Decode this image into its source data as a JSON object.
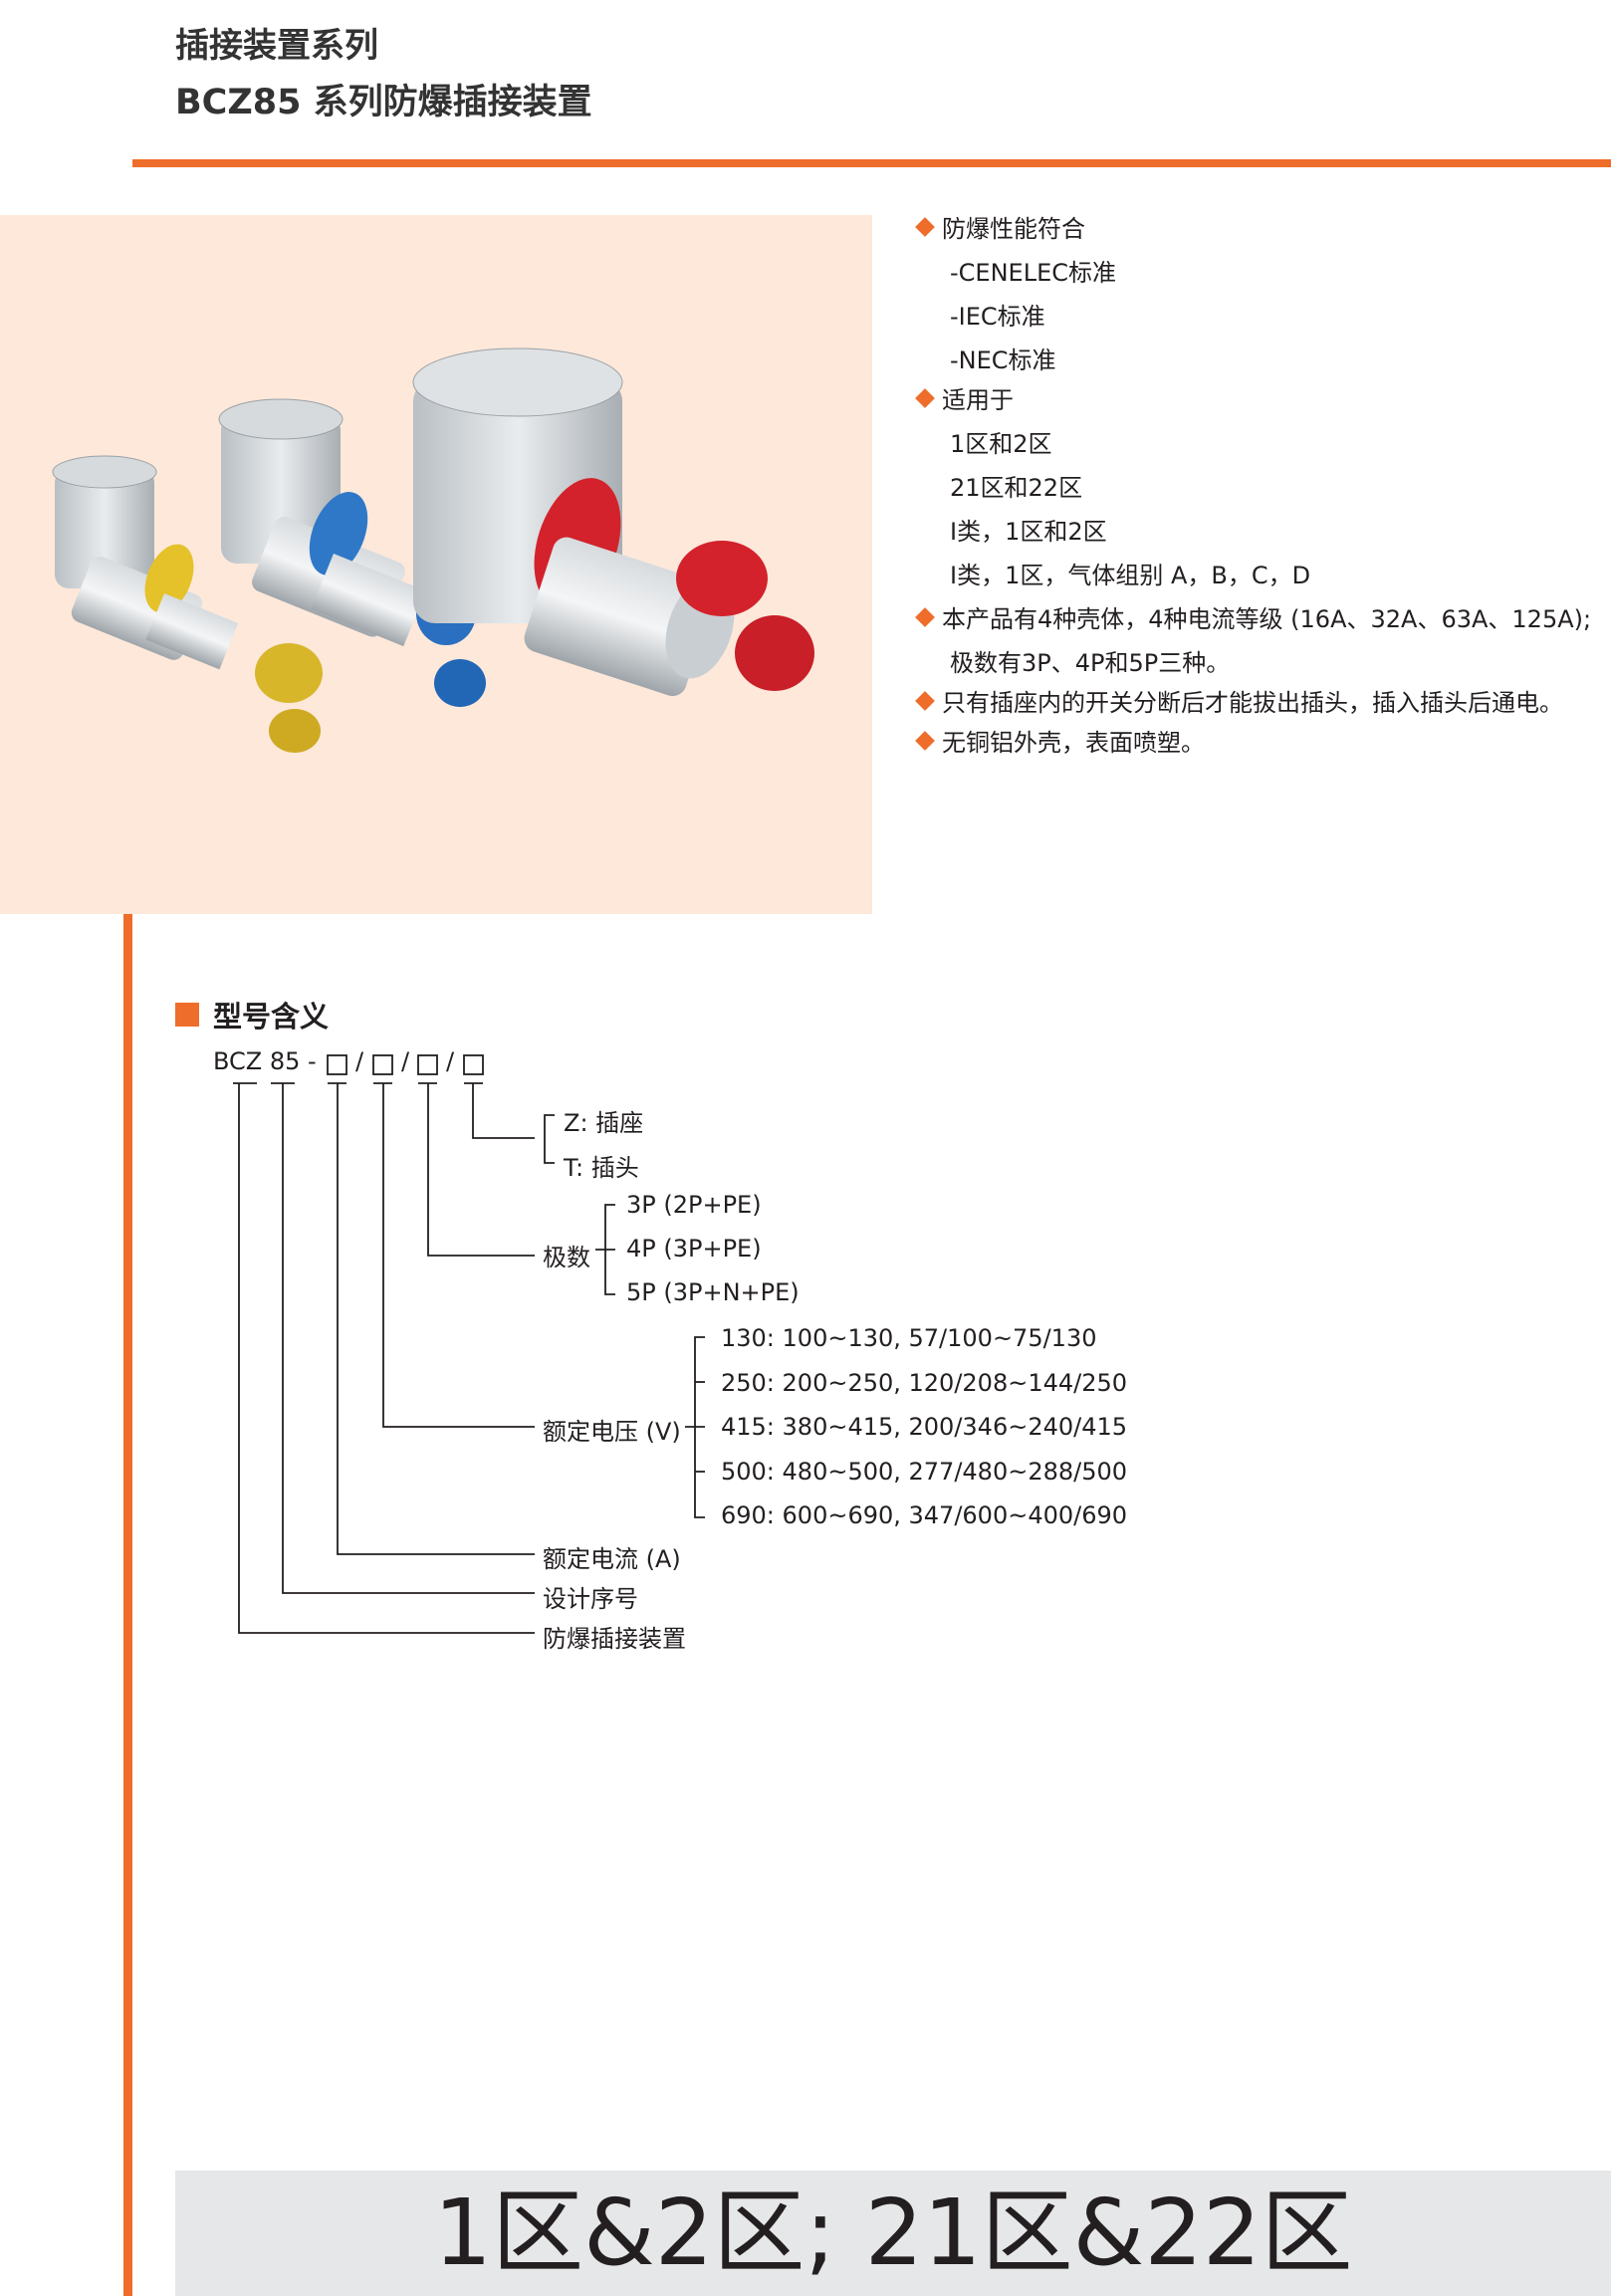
{
  "header": {
    "series": "插接装置系列",
    "product": "BCZ85 系列防爆插接装置"
  },
  "features": [
    {
      "kind": "head",
      "text": "防爆性能符合"
    },
    {
      "kind": "sub",
      "text": "-CENELEC标准"
    },
    {
      "kind": "sub",
      "text": "-IEC标准"
    },
    {
      "kind": "sub",
      "text": "-NEC标准"
    },
    {
      "kind": "head",
      "text": "适用于"
    },
    {
      "kind": "sub",
      "text": "1区和2区"
    },
    {
      "kind": "sub",
      "text": "21区和22区"
    },
    {
      "kind": "sub",
      "text": "I类，1区和2区"
    },
    {
      "kind": "sub",
      "text": "I类，1区，气体组别 A，B，C，D"
    },
    {
      "kind": "head",
      "text": "本产品有4种壳体，4种电流等级 (16A、32A、63A、125A);"
    },
    {
      "kind": "sub",
      "text": "极数有3P、4P和5P三种。"
    },
    {
      "kind": "head",
      "text": "只有插座内的开关分断后才能拔出插头，插入插头后通电。"
    },
    {
      "kind": "head",
      "text": "无铜铝外壳，表面喷塑。"
    }
  ],
  "model": {
    "heading": "型号含义",
    "code_prefix": "BCZ 85 -",
    "slot_separator": "/",
    "type_options": [
      "Z:  插座",
      "T:  插头"
    ],
    "poles_label": "极数",
    "poles_options": [
      "3P (2P+PE)",
      "4P (3P+PE)",
      "5P (3P+N+PE)"
    ],
    "voltage_label": "额定电压 (V)",
    "voltage_options": [
      "130: 100~130, 57/100~75/130",
      "250: 200~250, 120/208~144/250",
      "415: 380~415, 200/346~240/415",
      "500: 480~500, 277/480~288/500",
      "690: 600~690, 347/600~400/690"
    ],
    "current_label": "额定电流 (A)",
    "design_label": "设计序号",
    "device_label": "防爆插接装置"
  },
  "zone_banner": "1区&2区; 21区&22区",
  "colors": {
    "accent": "#ef6d2a",
    "photo_bg": "#fde8da",
    "banner_bg": "#e6e7e8"
  }
}
